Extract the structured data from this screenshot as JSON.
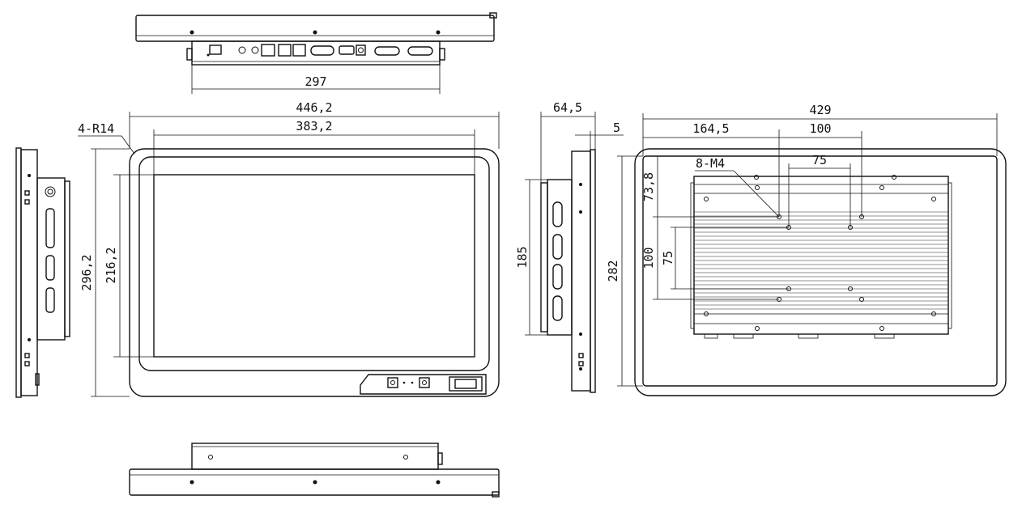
{
  "labels": {
    "top_width": "297",
    "overall_width": "446,2",
    "screen_width": "383,2",
    "corner_radius": "4-R14",
    "overall_height": "296,2",
    "screen_height": "216,2",
    "depth": "64,5",
    "bezel_thickness": "5",
    "side_height": "185",
    "back_width": "429",
    "back_left_offset": "164,5",
    "vesa_100_h": "100",
    "vesa_75_h": "75",
    "mount_screws": "8-M4",
    "back_top_offset": "73,8",
    "vesa_100_v": "100",
    "vesa_75_v": "75",
    "back_height": "282"
  }
}
